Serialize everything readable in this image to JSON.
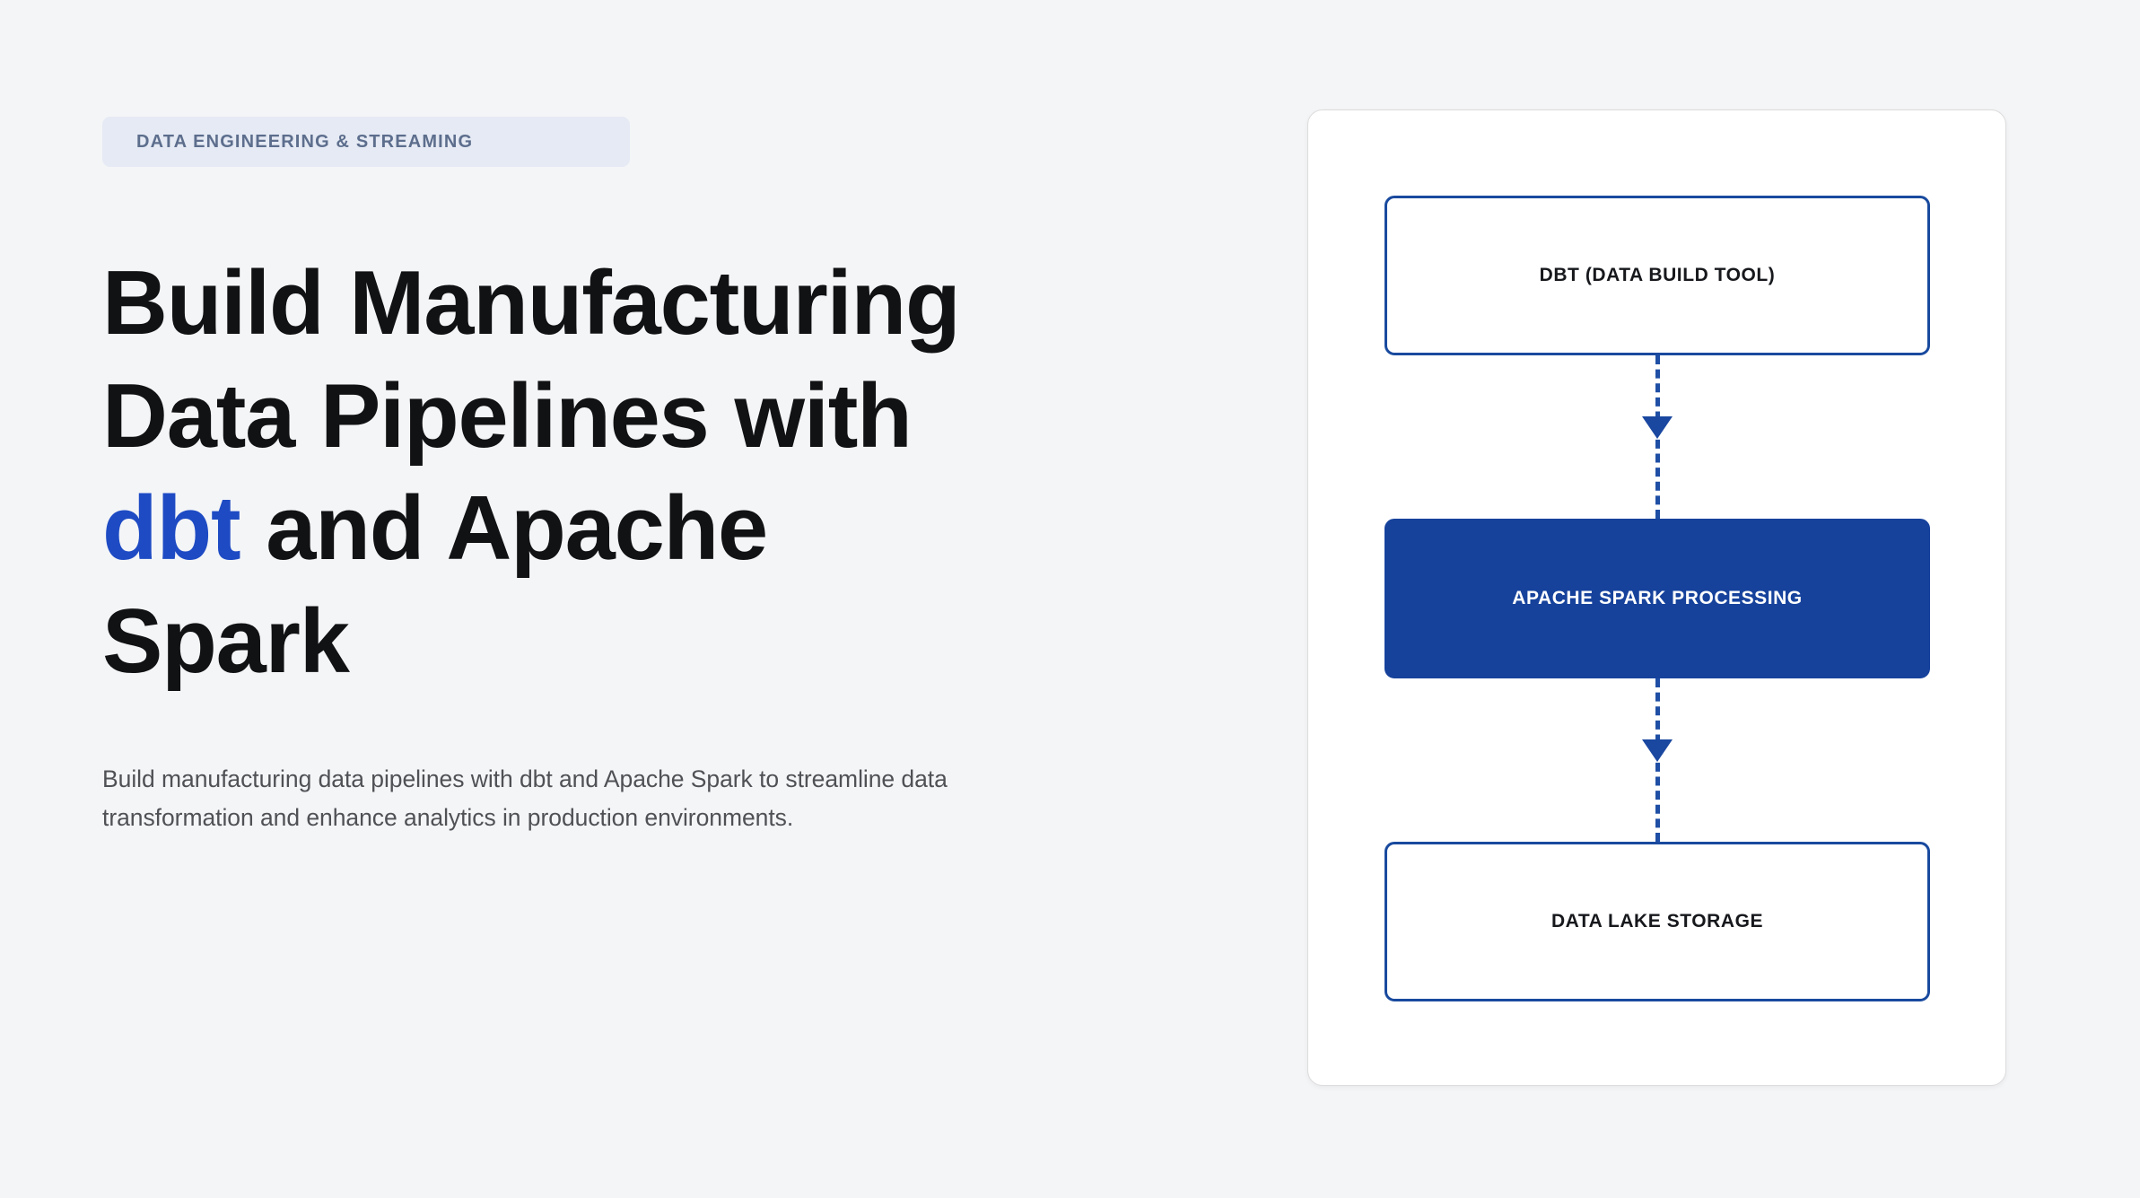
{
  "theme": {
    "page_bg": "#f4f5f7",
    "accent_blue": "#1e4bc4",
    "node_blue": "#16429c",
    "node_border_blue": "#194a9e",
    "badge_bg": "#e5eaf4",
    "badge_text": "#5d6e8d",
    "card_bg": "#ffffff",
    "card_border": "#dcdcdc",
    "heading_text": "#111213",
    "body_text": "#4f5155"
  },
  "hero": {
    "eyebrow": "DATA ENGINEERING & STREAMING",
    "headline_part_1": "Build Manufacturing Data Pipelines with ",
    "headline_accent": "dbt",
    "headline_part_2": " and Apache Spark",
    "subtext": "Build manufacturing data pipelines with dbt and Apache Spark to streamline data transformation and enhance analytics in production environments."
  },
  "diagram": {
    "nodes": [
      {
        "label": "DBT (DATA BUILD TOOL)",
        "style": "outline"
      },
      {
        "label": "APACHE SPARK PROCESSING",
        "style": "filled"
      },
      {
        "label": "DATA LAKE STORAGE",
        "style": "outline"
      }
    ],
    "connectors": [
      {
        "from": "DBT (DATA BUILD TOOL)",
        "to": "APACHE SPARK PROCESSING",
        "line_style": "dashed",
        "direction": "down"
      },
      {
        "from": "APACHE SPARK PROCESSING",
        "to": "DATA LAKE STORAGE",
        "line_style": "dashed",
        "direction": "down"
      }
    ]
  }
}
